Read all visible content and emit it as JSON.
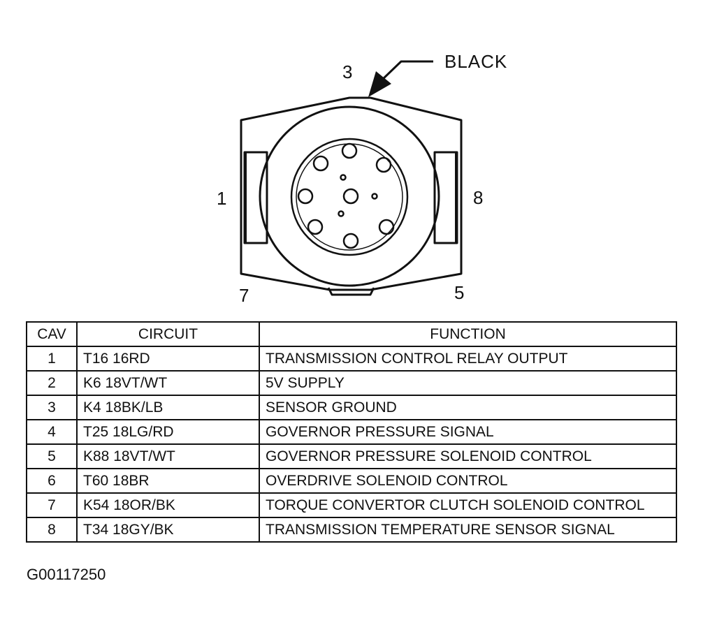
{
  "connector": {
    "color_label": "BLACK",
    "pin_labels": {
      "top": "3",
      "left": "1",
      "right": "8",
      "bottom_left": "7",
      "bottom_right": "5"
    }
  },
  "table": {
    "headers": {
      "cav": "CAV",
      "circuit": "CIRCUIT",
      "function": "FUNCTION"
    },
    "rows": [
      {
        "cav": "1",
        "circuit": "T16 16RD",
        "function": "TRANSMISSION CONTROL RELAY OUTPUT"
      },
      {
        "cav": "2",
        "circuit": "K6 18VT/WT",
        "function": "5V SUPPLY"
      },
      {
        "cav": "3",
        "circuit": "K4 18BK/LB",
        "function": "SENSOR GROUND"
      },
      {
        "cav": "4",
        "circuit": "T25 18LG/RD",
        "function": "GOVERNOR PRESSURE SIGNAL"
      },
      {
        "cav": "5",
        "circuit": "K88 18VT/WT",
        "function": "GOVERNOR PRESSURE SOLENOID CONTROL"
      },
      {
        "cav": "6",
        "circuit": "T60 18BR",
        "function": "OVERDRIVE SOLENOID CONTROL"
      },
      {
        "cav": "7",
        "circuit": "K54 18OR/BK",
        "function": "TORQUE CONVERTOR CLUTCH SOLENOID CONTROL"
      },
      {
        "cav": "8",
        "circuit": "T34 18GY/BK",
        "function": "TRANSMISSION TEMPERATURE SENSOR SIGNAL"
      }
    ]
  },
  "figure_id": "G00117250"
}
